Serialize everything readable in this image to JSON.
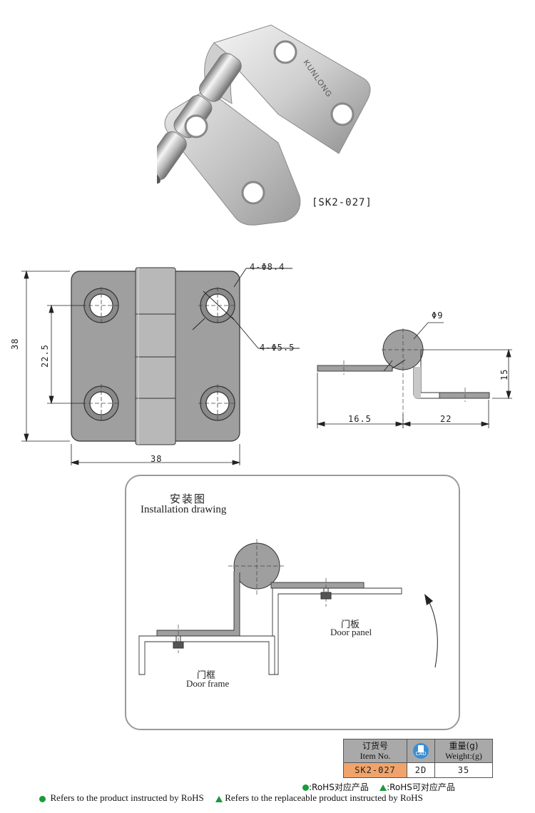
{
  "product": {
    "code_label": "[SK2-027]",
    "brand_engraving": "KUNLONG"
  },
  "front_view": {
    "hole_outer_label": "4-Φ8.4",
    "hole_inner_label": "4-Φ5.5",
    "height_label": "38",
    "hole_pitch_label": "22.5",
    "width_label": "38"
  },
  "side_view": {
    "pin_dia_label": "Φ9",
    "left_len_label": "16.5",
    "right_len_label": "22",
    "offset_label": "15"
  },
  "installation": {
    "title_cn": "安装图",
    "title_en": "Installation drawing",
    "door_panel_cn": "门板",
    "door_panel_en": "Door panel",
    "door_frame_cn": "门框",
    "door_frame_en": "Door frame"
  },
  "spec_table": {
    "item_no_cn": "订货号",
    "item_no_en": "Item No.",
    "cad_label": "CAD",
    "weight_cn": "重量(g)",
    "weight_en": "Weight:(g)",
    "item_no_value": "SK2-027",
    "cad_value": "2D",
    "weight_value": "35"
  },
  "legend": {
    "rohs_cn": ":RoHS对应产品",
    "rohs_replace_cn": ":RoHS可对应产品",
    "rohs_en": "Refers to the product instructed by RoHS",
    "rohs_replace_en": "Refers to the replaceable product instructed by RoHS"
  },
  "colors": {
    "accent_green": "#1a9a3a",
    "table_header": "#a9a9a9",
    "item_cell": "#f0a46b",
    "part_fill": "#9f9f9f"
  }
}
